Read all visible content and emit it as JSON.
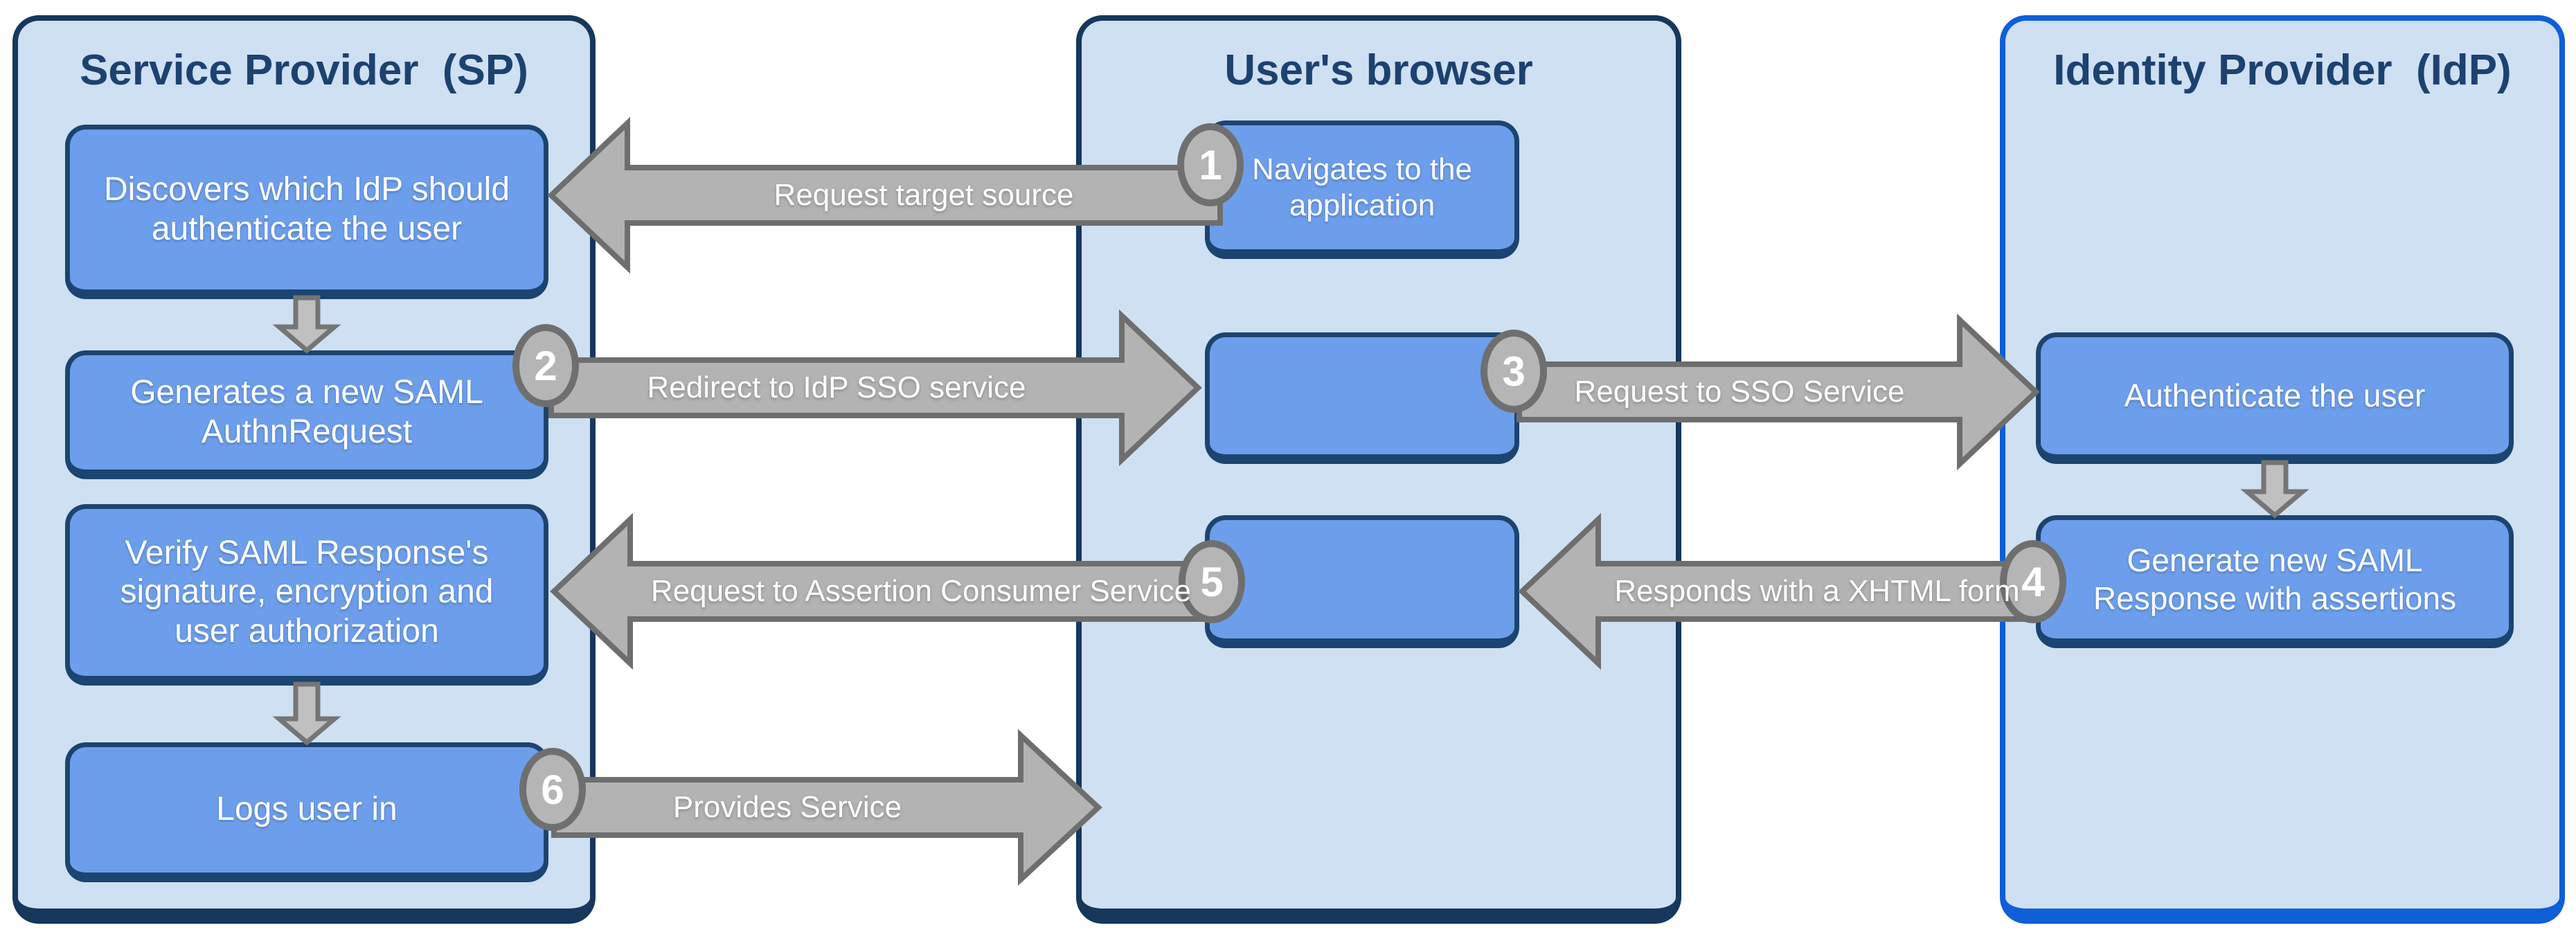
{
  "panels": {
    "sp": {
      "title": "Service Provider  (SP)",
      "boxes": {
        "discover": "Discovers which IdP should authenticate the user",
        "generate": "Generates a new SAML AuthnRequest",
        "verify": "Verify SAML Response's signature, encryption and user authorization",
        "login": "Logs user in"
      }
    },
    "browser": {
      "title": "User's browser",
      "boxes": {
        "navigate": "Navigates to the application"
      }
    },
    "idp": {
      "title": "Identity Provider  (IdP)",
      "boxes": {
        "authenticate": "Authenticate the user",
        "respond": "Generate new SAML Response with assertions"
      }
    }
  },
  "steps": {
    "s1": {
      "number": "1",
      "label": "Request target source",
      "direction": "left"
    },
    "s2": {
      "number": "2",
      "label": "Redirect to IdP SSO service",
      "direction": "right"
    },
    "s3": {
      "number": "3",
      "label": "Request to SSO Service",
      "direction": "right"
    },
    "s4": {
      "number": "4",
      "label": "Responds with a XHTML form",
      "direction": "left"
    },
    "s5": {
      "number": "5",
      "label": "Request to Assertion Consumer Service",
      "direction": "left"
    },
    "s6": {
      "number": "6",
      "label": "Provides Service",
      "direction": "right"
    }
  },
  "colors": {
    "panel_fill": "#cfe0f3",
    "panel_border_dark": "#17375d",
    "panel_border_blue": "#0e5fd8",
    "box_fill": "#6d9eeb",
    "box_border": "#1c4470",
    "header_text": "#1d4270",
    "box_text": "#ffffff",
    "arrow_fill": "#b3b3b3",
    "arrow_border": "#6e6e6e",
    "circle_fill": "#b5b5b5",
    "circle_border": "#6f6f6f"
  }
}
